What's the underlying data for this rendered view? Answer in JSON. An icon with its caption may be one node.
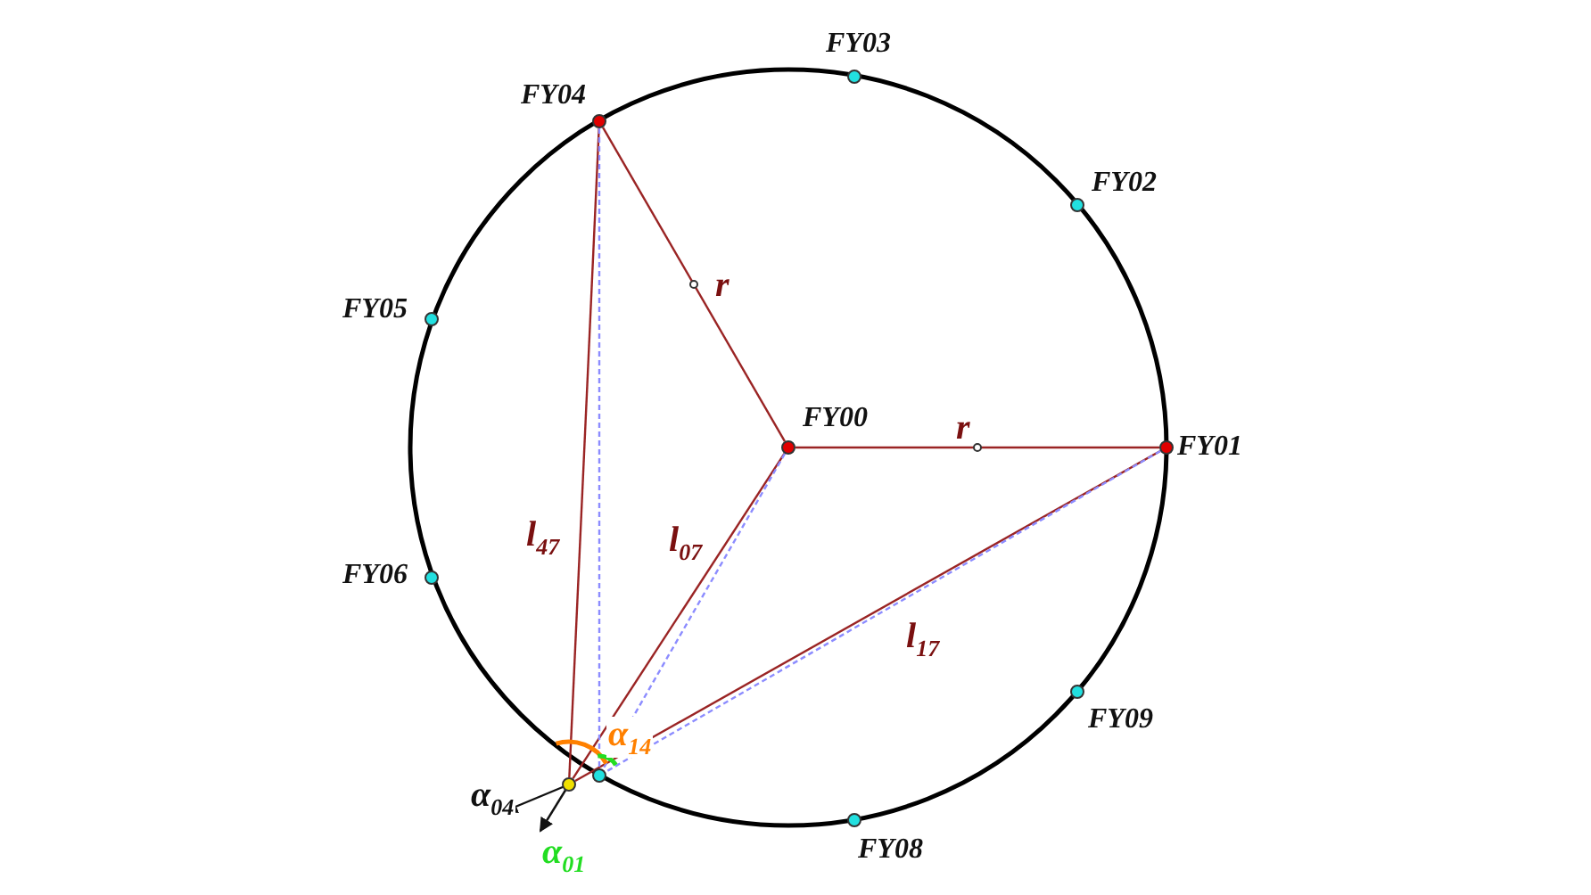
{
  "diagram": {
    "nodes": [
      {
        "text": [
          "FY00"
        ]
      },
      {
        "text": [
          "FY01"
        ]
      },
      {
        "text": [
          "FY02"
        ]
      },
      {
        "text": [
          "FY03"
        ]
      },
      {
        "text": [
          "FY04"
        ]
      },
      {
        "text": [
          "FY05"
        ]
      },
      {
        "text": [
          "FY06"
        ]
      },
      {
        "text": [],
        "shape": "circle"
      },
      {
        "text": [],
        "shape": "circle"
      },
      {
        "text": [
          "FY08"
        ]
      },
      {
        "text": [
          "FY09"
        ]
      }
    ],
    "edges": [
      {
        "from": 0,
        "to": 4,
        "arrow": "none",
        "label": "r"
      },
      {
        "from": 0,
        "to": 1,
        "arrow": "none",
        "label": "r"
      },
      {
        "from": 4,
        "to": 8,
        "arrow": "none",
        "label": "l$_{47}$"
      },
      {
        "from": 0,
        "to": 8,
        "arrow": "none",
        "label": "l$_{07}$"
      },
      {
        "from": 1,
        "to": 8,
        "arrow": "none",
        "label": "l$_{17}$"
      },
      {
        "from": 4,
        "to": 7,
        "arrow": "none",
        "style": "dashed",
        "color": "#8c8cff"
      },
      {
        "from": 0,
        "to": 7,
        "arrow": "none",
        "style": "dashed",
        "color": "#8c8cff"
      },
      {
        "from": 1,
        "to": 7,
        "arrow": "none",
        "style": "dashed",
        "color": "#8c8cff"
      }
    ],
    "labels": [
      "α$_{14}$",
      "α$_{04}$",
      "α$_{01}$"
    ]
  }
}
